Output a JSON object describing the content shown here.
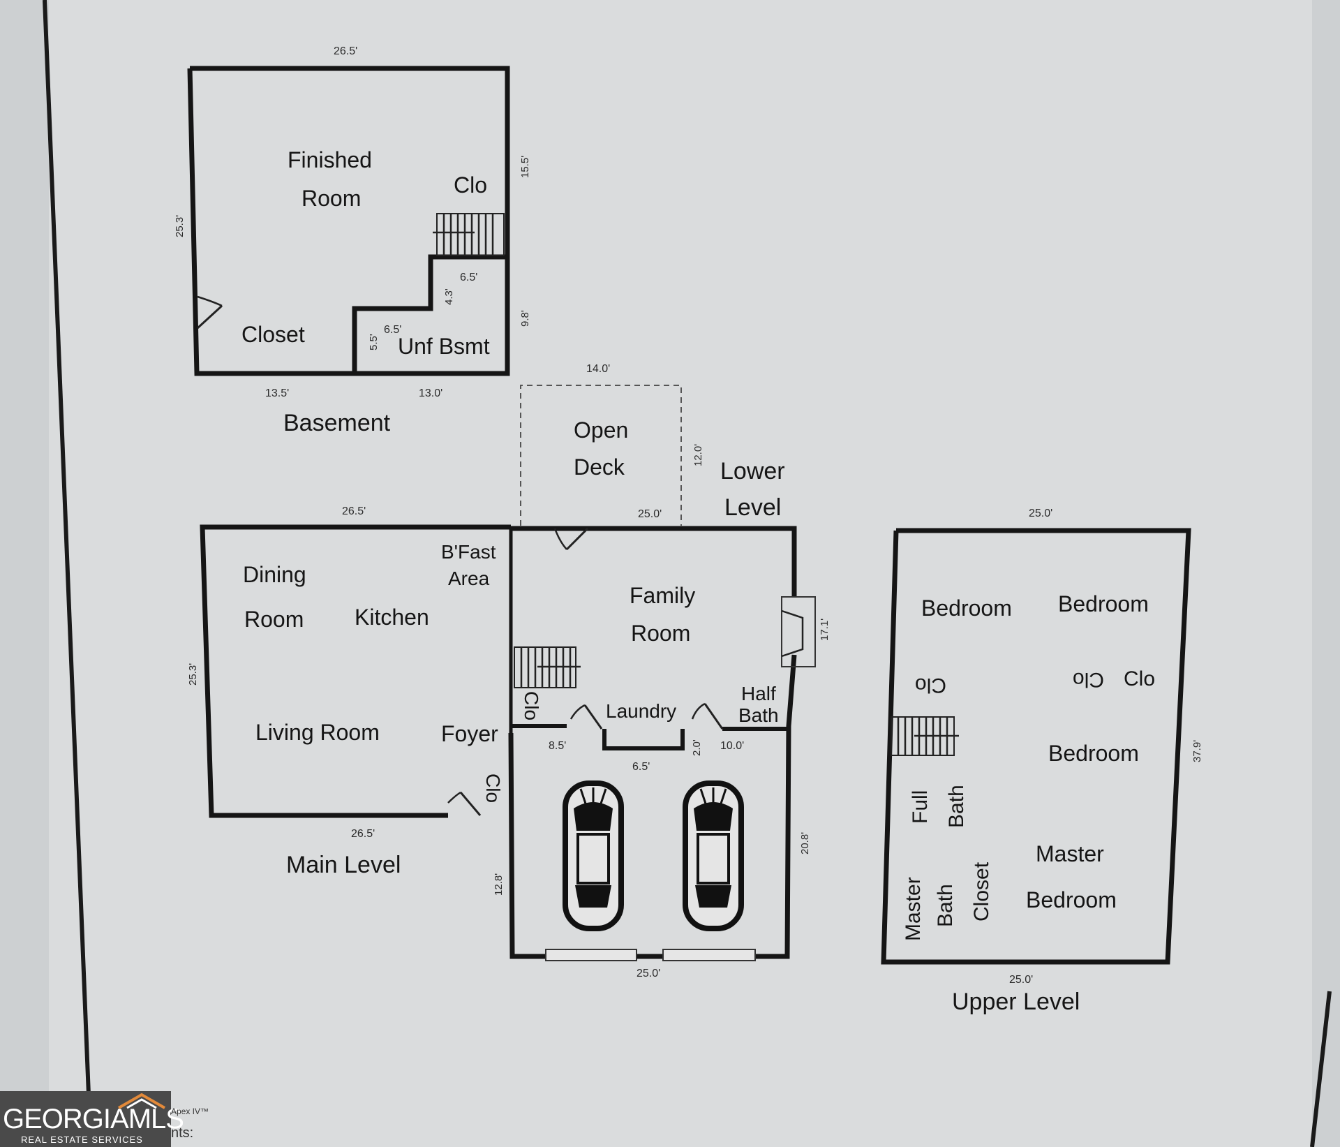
{
  "basement": {
    "title": "Basement",
    "rooms": {
      "finished_1": "Finished",
      "finished_2": "Room",
      "clo": "Clo",
      "closet": "Closet",
      "unf_bsmt": "Unf Bsmt"
    },
    "dims": {
      "top": "26.5'",
      "left": "25.3'",
      "right_upper": "15.5'",
      "right_lower": "9.8'",
      "bottom_left": "13.5'",
      "bottom_right": "13.0'",
      "step_h": "6.5'",
      "step_v": "4.3'",
      "unf_h": "6.5'",
      "unf_v": "5.5'"
    }
  },
  "deck": {
    "line1": "Open",
    "line2": "Deck",
    "width": "14.0'",
    "depth": "12.0'"
  },
  "lower_level": {
    "title_1": "Lower",
    "title_2": "Level",
    "rooms": {
      "family_1": "Family",
      "family_2": "Room",
      "half_1": "Half",
      "half_2": "Bath",
      "laundry": "Laundry",
      "clo": "Clo"
    },
    "dims": {
      "top": "25.0'",
      "right": "17.1'",
      "left_seg": "8.5'",
      "mid_seg": "6.5'",
      "right_seg": "10.0'",
      "notch": "2.0'",
      "garage_right": "20.8'",
      "garage_left": "12.8'",
      "bottom": "25.0'"
    }
  },
  "main_level": {
    "title": "Main Level",
    "rooms": {
      "dining_1": "Dining",
      "dining_2": "Room",
      "kitchen": "Kitchen",
      "bfast_1": "B'Fast",
      "bfast_2": "Area",
      "living": "Living Room",
      "foyer": "Foyer",
      "clo": "Clo"
    },
    "dims": {
      "top": "26.5'",
      "left": "25.3'",
      "bottom": "26.5'"
    }
  },
  "upper_level": {
    "title": "Upper Level",
    "rooms": {
      "bedroom_a": "Bedroom",
      "bedroom_b": "Bedroom",
      "clo_left": "Clo",
      "clo_mid": "Clo",
      "clo_right": "Clo",
      "bedroom_c": "Bedroom",
      "full_1": "Full",
      "full_2": "Bath",
      "master_bath_1": "Master",
      "master_bath_2": "Bath",
      "closet": "Closet",
      "master_1": "Master",
      "master_2": "Bedroom"
    },
    "dims": {
      "top": "25.0'",
      "right": "37.9'",
      "bottom": "25.0'"
    }
  },
  "logo": {
    "brand": "GEORGIAMLS",
    "tagline": "REAL ESTATE SERVICES"
  },
  "footer": {
    "software": "Apex IV™",
    "comments": "nts:"
  }
}
